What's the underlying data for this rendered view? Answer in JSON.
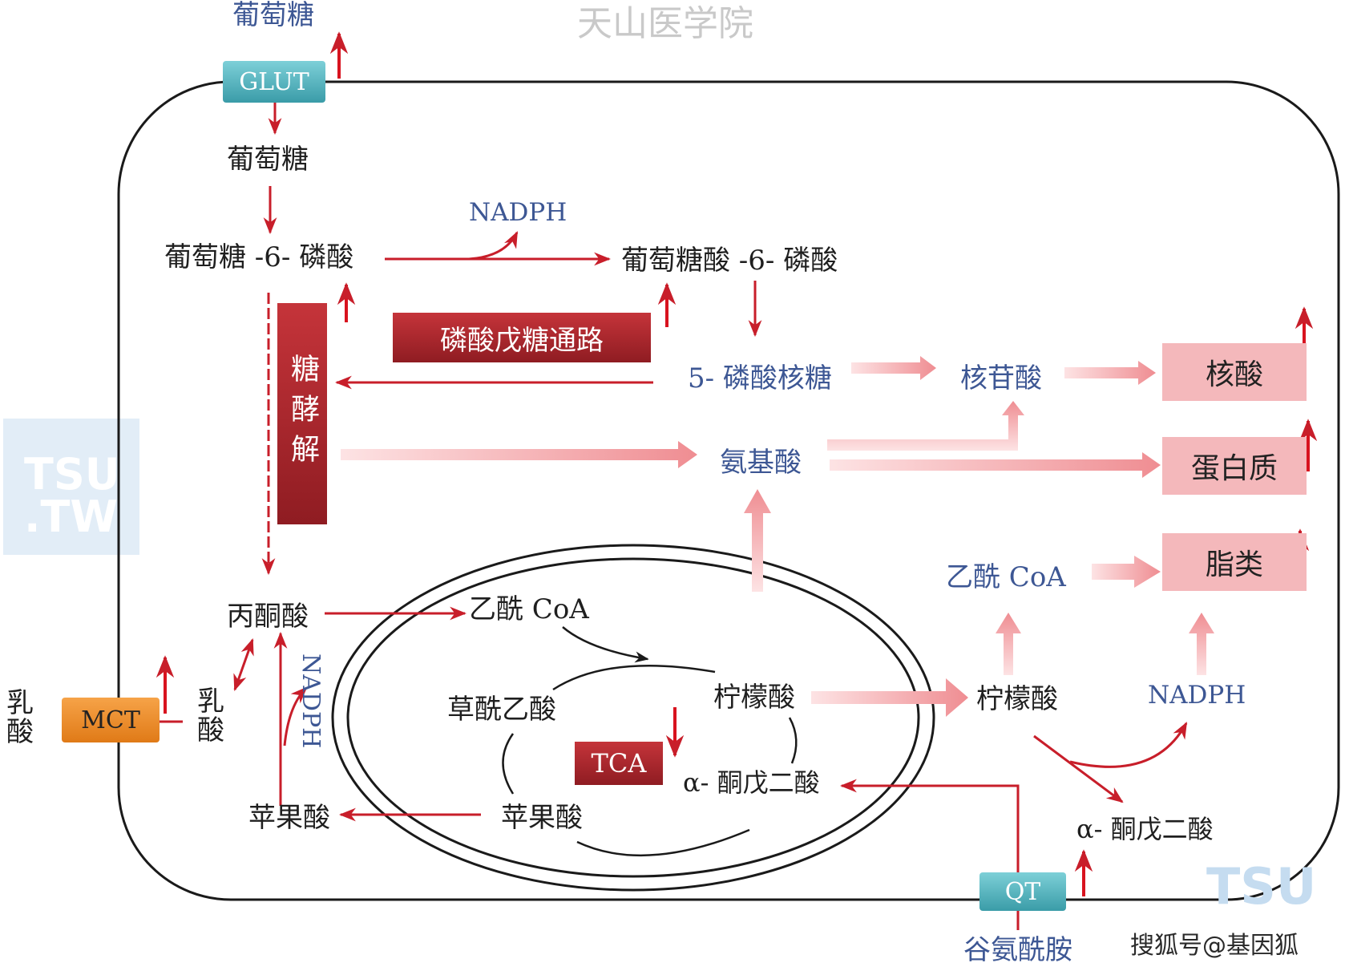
{
  "watermark": {
    "top": "天山医学院",
    "tsu": "TSU",
    "tw": ".TW",
    "credit": "搜狐号@基因狐"
  },
  "outside": {
    "glucose": "葡萄糖",
    "lactate": "乳\n酸",
    "glutamine": "谷氨酰胺"
  },
  "transporters": {
    "glut": "GLUT",
    "mct": "MCT",
    "qt": "QT"
  },
  "pathways": {
    "glycolysis": "糖酵解",
    "ppp": "磷酸戊糖通路",
    "tca": "TCA"
  },
  "metabolites": {
    "glucose_in": "葡萄糖",
    "g6p": "葡萄糖 -6- 磷酸",
    "nadph_top": "NADPH",
    "gluconate6p": "葡萄糖酸 -6- 磷酸",
    "ribose5p": "5- 磷酸核糖",
    "nucleotide": "核苷酸",
    "amino_acid": "氨基酸",
    "pyruvate": "丙酮酸",
    "lactate_in": "乳\n酸",
    "nadph_vertical": "NADPH",
    "malate_cyto": "苹果酸",
    "acetylcoa_mito": "乙酰 CoA",
    "oxaloacetate": "草酰乙酸",
    "citrate_mito": "柠檬酸",
    "akg_mito": "α- 酮戊二酸",
    "malate_mito": "苹果酸",
    "citrate_cyto": "柠檬酸",
    "acetylcoa_cyto": "乙酰 CoA",
    "nadph_right": "NADPH",
    "akg_cyto": "α- 酮戊二酸"
  },
  "products": {
    "nucleic_acid": "核酸",
    "protein": "蛋白质",
    "lipid": "脂类"
  },
  "colors": {
    "arrow_red": "#c81e2a",
    "box_red": "#a8242c",
    "pink": "#f4b8bb",
    "blue_text": "#3d5794",
    "teal": "#4fb4bf",
    "orange": "#e88a24"
  }
}
